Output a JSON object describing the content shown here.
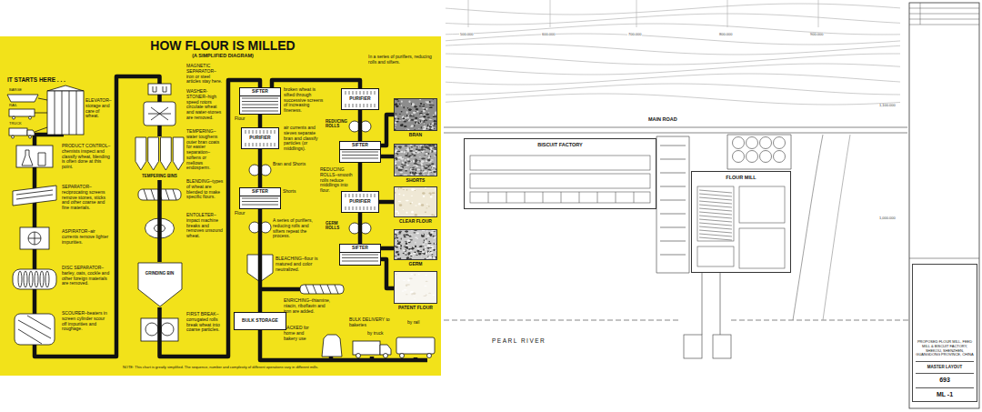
{
  "diagram": {
    "title": "HOW FLOUR IS MILLED",
    "nodes": [
      {
        "text": [
          "TEMPERING BINS"
        ]
      },
      {
        "text": [
          "GRINDING BIN"
        ]
      },
      {
        "text": [
          "SIFTER"
        ]
      },
      {
        "text": [
          "PURIFIER"
        ]
      },
      {
        "text": [
          "SIFTER"
        ]
      },
      {
        "text": [
          "BULK STORAGE"
        ]
      },
      {
        "text": [
          "PURIFIER"
        ]
      },
      {
        "text": [
          "SIFTER"
        ]
      },
      {
        "text": [
          "PURIFIER"
        ]
      },
      {
        "text": [
          "SIFTER"
        ]
      },
      {
        "text": [
          "BRAN"
        ]
      },
      {
        "text": [
          "SHORTS"
        ]
      },
      {
        "text": [
          "CLEAR FLOUR"
        ]
      },
      {
        "text": [
          "GERM"
        ]
      },
      {
        "text": [
          "PATENT FLOUR"
        ]
      },
      {
        "text": [
          "BISCUIT FACTORY"
        ]
      },
      {
        "text": [
          "FLOUR MILL"
        ]
      },
      {
        "text": [
          "PROPOSED FLOUR MILL, FEED MILL & BISCUIT FACTORY, SHEKOU, SHENZHEN, GUANGDONG PROVINCE, CHINA",
          "MASTER LAYOUT",
          "693",
          "ML -1"
        ]
      }
    ],
    "edges": [
      {
        "from": 0,
        "to": 1,
        "arrow": "none"
      },
      {
        "from": 1,
        "to": 2,
        "arrow": "none"
      },
      {
        "from": 2,
        "to": 3,
        "arrow": "none"
      },
      {
        "from": 3,
        "to": 4,
        "arrow": "none"
      },
      {
        "from": 4,
        "to": 5,
        "arrow": "none"
      },
      {
        "from": 2,
        "to": 6,
        "arrow": "none"
      },
      {
        "from": 6,
        "to": 7,
        "arrow": "none"
      },
      {
        "from": 7,
        "to": 10,
        "arrow": "none"
      },
      {
        "from": 7,
        "to": 11,
        "arrow": "none"
      },
      {
        "from": 7,
        "to": 8,
        "arrow": "none"
      },
      {
        "from": 8,
        "to": 12,
        "arrow": "none"
      },
      {
        "from": 8,
        "to": 9,
        "arrow": "none"
      },
      {
        "from": 9,
        "to": 13,
        "arrow": "none"
      },
      {
        "from": 9,
        "to": 14,
        "arrow": "none"
      }
    ],
    "labels": [
      "(A SIMPLIFIED DIAGRAM)",
      "IT STARTS HERE . . .",
      "BARGE",
      "RAIL",
      "TRUCK",
      "ELEVATOR–storage and care of wheat.",
      "PRODUCT CONTROL–chemists inspect and classify wheat, blending is often done at this point.",
      "SEPARATOR–reciprocating screens remove stones, sticks and other coarse and fine materials.",
      "ASPIRATOR–air currents remove lighter impurities.",
      "DISC SEPARATOR–barley, oats, cockle and other foreign materials are removed.",
      "SCOURER–beaters in screen cylinder scour off impurities and roughage.",
      "MAGNETIC SEPARATOR–iron or steel articles stay here.",
      "WASHER-STONER–high speed rotors circulate wheat and water-stones are removed.",
      "TEMPERING–water toughens outer bran coats for easier separation–softens or mellows endosperm.",
      "BLENDING–types of wheat are blended to make specific flours.",
      "ENTOLETER–impact machine breaks and removes unsound wheat.",
      "FIRST BREAK–corrugated rolls break wheat into coarse particles.",
      "Flour",
      "broken wheat is sifted through successive screens of increasing fineness.",
      "air currents and sieves separate bran and classify particles (or middlings).",
      "Bran and Shorts",
      "Shorts",
      "Flour",
      "A series of purifiers, reducing rolls and sifters repeat the process.",
      "BLEACHING–flour is matured and color neutralized.",
      "ENRICHING–thiamine, niacin, riboflavin and iron are added.",
      "SACKED for home and bakery use",
      "BULK DELIVERY to bakeries",
      "by truck",
      "by rail",
      "In a series of purifiers, reducing rolls and sifters.",
      "REDUCING ROLLS",
      "REDUCING ROLLS–smooth rolls reduce middlings into flour.",
      "GERM ROLLS",
      "NOTE: This chart is greatly simplified. The sequence, number and complexity of different operations vary in different mills.",
      "500.000",
      "600.000",
      "700.000",
      "800.000",
      "900.000",
      "1,100.000",
      "1,000.000",
      "MAIN ROAD",
      "PEARL RIVER"
    ]
  }
}
